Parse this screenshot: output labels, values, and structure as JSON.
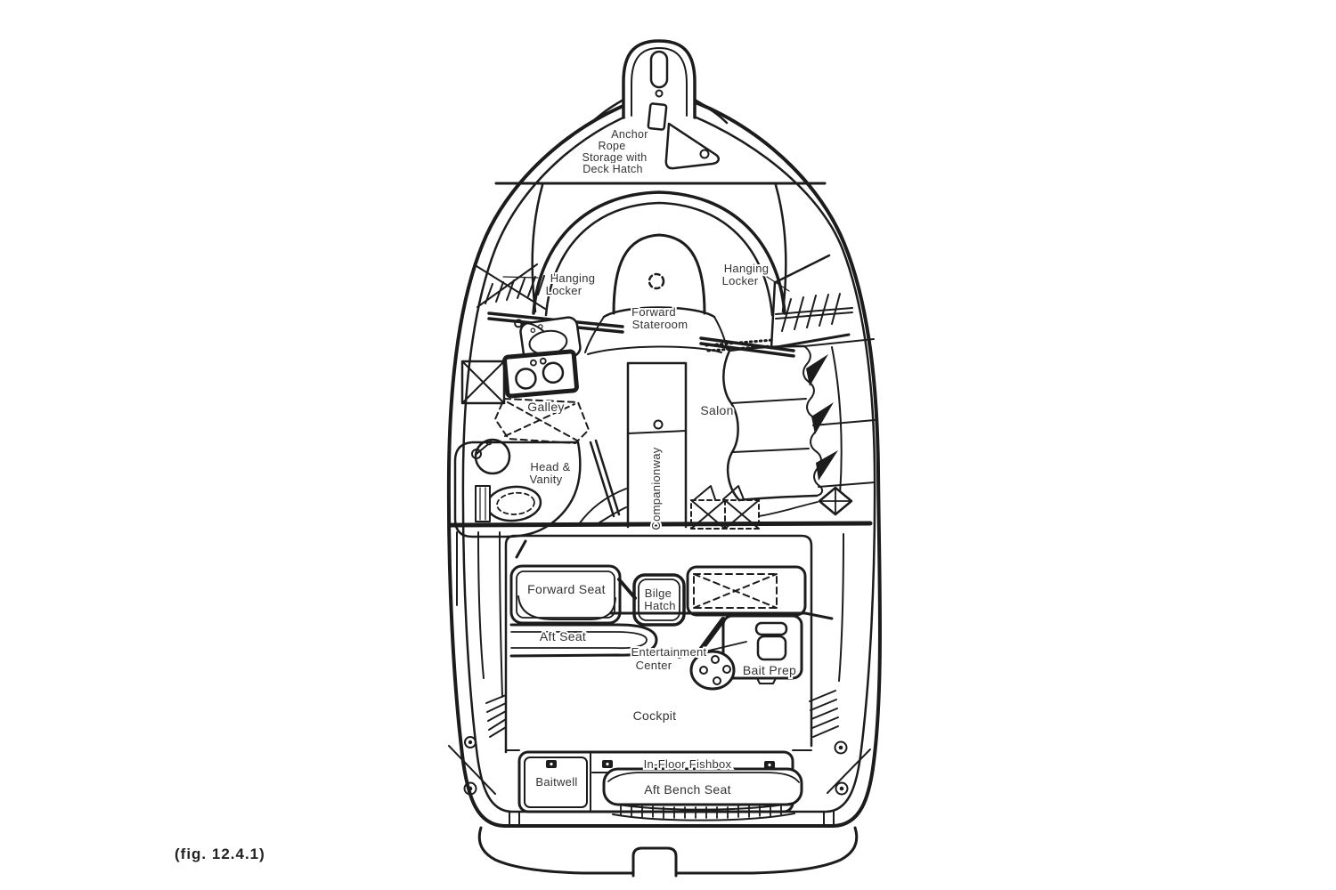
{
  "figure": {
    "caption": "(fig. 12.4.1)",
    "type": "boat-deck-plan"
  },
  "colors": {
    "background": "#ffffff",
    "line": "#1c1c1c",
    "label": "#333333"
  },
  "diagram": {
    "areas": {
      "anchor_storage": {
        "label_lines": [
          "Anchor",
          "Rope",
          "Storage with",
          "Deck Hatch"
        ]
      },
      "hanging_locker_port": {
        "label_lines": [
          "Hanging",
          "Locker"
        ]
      },
      "hanging_locker_starboard": {
        "label_lines": [
          "Hanging",
          "Locker"
        ]
      },
      "forward_stateroom": {
        "label_lines": [
          "Forward",
          "Stateroom"
        ]
      },
      "galley": {
        "label": "Galley"
      },
      "salon": {
        "label": "Salon"
      },
      "head_vanity": {
        "label_lines": [
          "Head &",
          "Vanity"
        ]
      },
      "companionway": {
        "label": "Companionway"
      },
      "forward_seat": {
        "label": "Forward Seat"
      },
      "bilge_hatch": {
        "label_lines": [
          "Bilge",
          "Hatch"
        ]
      },
      "aft_seat": {
        "label": "Aft Seat"
      },
      "entertainment_center": {
        "label_lines": [
          "Entertainment",
          "Center"
        ]
      },
      "bait_prep": {
        "label": "Bait Prep"
      },
      "cockpit": {
        "label": "Cockpit"
      },
      "baitwell": {
        "label": "Baitwell"
      },
      "in_floor_fishbox": {
        "label": "In-Floor Fishbox"
      },
      "aft_bench_seat": {
        "label": "Aft Bench Seat"
      }
    }
  }
}
